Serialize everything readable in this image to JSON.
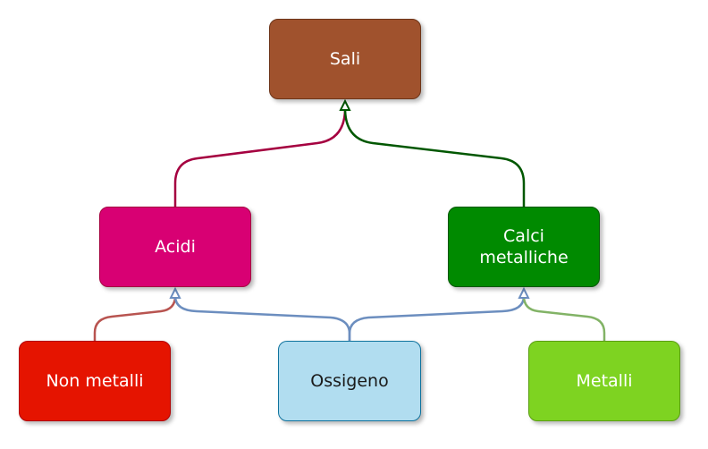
{
  "nodes": {
    "sali": {
      "label": "Sali",
      "fill": "#a0522d",
      "stroke": "#6d3519",
      "text": "#ffffff"
    },
    "acidi": {
      "label": "Acidi",
      "fill": "#d80073",
      "stroke": "#a50040",
      "text": "#ffffff"
    },
    "calci": {
      "label": "Calci\nmetalliche",
      "fill": "#008a00",
      "stroke": "#005700",
      "text": "#ffffff"
    },
    "nonmetalli": {
      "label": "Non metalli",
      "fill": "#e51400",
      "stroke": "#b20000",
      "text": "#ffffff"
    },
    "ossigeno": {
      "label": "Ossigeno",
      "fill": "#b1ddf0",
      "stroke": "#10739e",
      "text": "#1a1a1a"
    },
    "metalli": {
      "label": "Metalli",
      "fill": "#7ed321",
      "stroke": "#5a9e12",
      "text": "#ffffff"
    }
  },
  "edges": [
    {
      "from": "acidi",
      "to": "sali",
      "color": "#a50040"
    },
    {
      "from": "calci",
      "to": "sali",
      "color": "#005700"
    },
    {
      "from": "nonmetalli",
      "to": "acidi",
      "color": "#b85450"
    },
    {
      "from": "ossigeno",
      "to": "acidi",
      "color": "#6c8ebf"
    },
    {
      "from": "ossigeno",
      "to": "calci",
      "color": "#6c8ebf"
    },
    {
      "from": "metalli",
      "to": "calci",
      "color": "#82b366"
    }
  ]
}
